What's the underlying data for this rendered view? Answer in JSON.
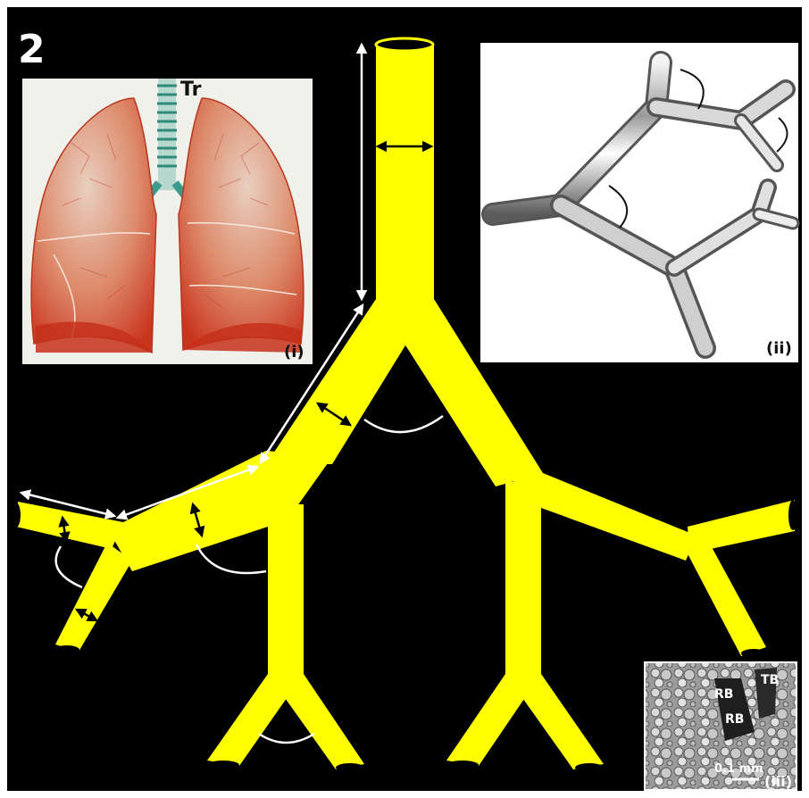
{
  "figure": {
    "number": "2",
    "colors": {
      "background": "#000000",
      "airway": "#ffff00",
      "dimension_arrow_white": "#ffffff",
      "dimension_arrow_black": "#000000",
      "angle_arc": "#ffffff",
      "lung_tissue": "#d8492c",
      "trachea": "#4aa59a"
    }
  },
  "panels": {
    "i": {
      "label": "(i)",
      "trachea_label": "Tr",
      "content": "lungs-illustration"
    },
    "ii": {
      "label": "(ii)",
      "content": "branching-tube-model"
    },
    "iii": {
      "label": "(iii)",
      "content": "electron-micrograph",
      "labels": {
        "terminal_bronchiole": "TB",
        "respiratory_bronchiole_1": "RB",
        "respiratory_bronchiole_2": "RB"
      },
      "scale_bar": "0.1 mm"
    }
  }
}
